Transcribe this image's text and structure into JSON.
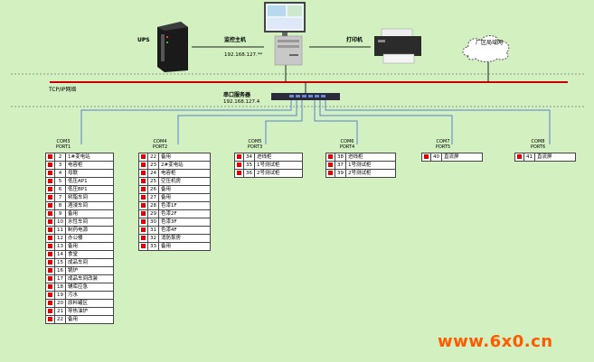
{
  "devices": {
    "ups": "UPS",
    "monitor_host": "监控主机",
    "monitor_ip": "192.168.127.**",
    "printer": "打印机",
    "lan": "厂区局域网",
    "serial_server": "串口服务器",
    "serial_ip": "192.168.127.4"
  },
  "network_label": "TCP/IP网络",
  "colors": {
    "background": "#d2f0c0",
    "status": "#e00000",
    "bus_red": "#cc0000",
    "link_blue": "#5a7fd6"
  },
  "ports": [
    {
      "com": "COM3",
      "port": "PORT1",
      "rows": [
        {
          "n": "2",
          "name": "1#变电站"
        },
        {
          "n": "3",
          "name": "电容柜"
        },
        {
          "n": "4",
          "name": "母联"
        },
        {
          "n": "5",
          "name": "低压AP1"
        },
        {
          "n": "6",
          "name": "低压BP1"
        },
        {
          "n": "7",
          "name": "树脂车间"
        },
        {
          "n": "8",
          "name": "酒浸车间"
        },
        {
          "n": "9",
          "name": "备用"
        },
        {
          "n": "10",
          "name": "水性车间"
        },
        {
          "n": "11",
          "name": "制药电源"
        },
        {
          "n": "12",
          "name": "办公楼"
        },
        {
          "n": "13",
          "name": "备用"
        },
        {
          "n": "14",
          "name": "食堂"
        },
        {
          "n": "15",
          "name": "成品车间"
        },
        {
          "n": "16",
          "name": "锅炉"
        },
        {
          "n": "17",
          "name": "成品车间改装"
        },
        {
          "n": "18",
          "name": "辅库应急"
        },
        {
          "n": "19",
          "name": "污水"
        },
        {
          "n": "20",
          "name": "原料罐区"
        },
        {
          "n": "21",
          "name": "导热油炉"
        },
        {
          "n": "22",
          "name": "备用"
        }
      ]
    },
    {
      "com": "COM4",
      "port": "PORT2",
      "rows": [
        {
          "n": "22",
          "name": "备用"
        },
        {
          "n": "23",
          "name": "2#变电站"
        },
        {
          "n": "24",
          "name": "电容柜"
        },
        {
          "n": "25",
          "name": "空压机房"
        },
        {
          "n": "26",
          "name": "备用"
        },
        {
          "n": "27",
          "name": "备用"
        },
        {
          "n": "28",
          "name": "色漆1F"
        },
        {
          "n": "29",
          "name": "色漆2F"
        },
        {
          "n": "30",
          "name": "色漆3F"
        },
        {
          "n": "31",
          "name": "色漆4F"
        },
        {
          "n": "32",
          "name": "消防泵房"
        },
        {
          "n": "33",
          "name": "备用"
        }
      ]
    },
    {
      "com": "COM5",
      "port": "PORT3",
      "rows": [
        {
          "n": "34",
          "name": "进线柜"
        },
        {
          "n": "35",
          "name": "1号测试柜"
        },
        {
          "n": "36",
          "name": "2号测试柜"
        }
      ]
    },
    {
      "com": "COM6",
      "port": "PORT4",
      "rows": [
        {
          "n": "38",
          "name": "进线柜"
        },
        {
          "n": "37",
          "name": "1号测试柜"
        },
        {
          "n": "39",
          "name": "2号测试柜"
        }
      ]
    },
    {
      "com": "COM7",
      "port": "PORT5",
      "rows": [
        {
          "n": "40",
          "name": "直流屏"
        }
      ]
    },
    {
      "com": "COM8",
      "port": "PORT6",
      "rows": [
        {
          "n": "41",
          "name": "直流屏"
        }
      ]
    }
  ],
  "watermark": "www.6x0.cn"
}
